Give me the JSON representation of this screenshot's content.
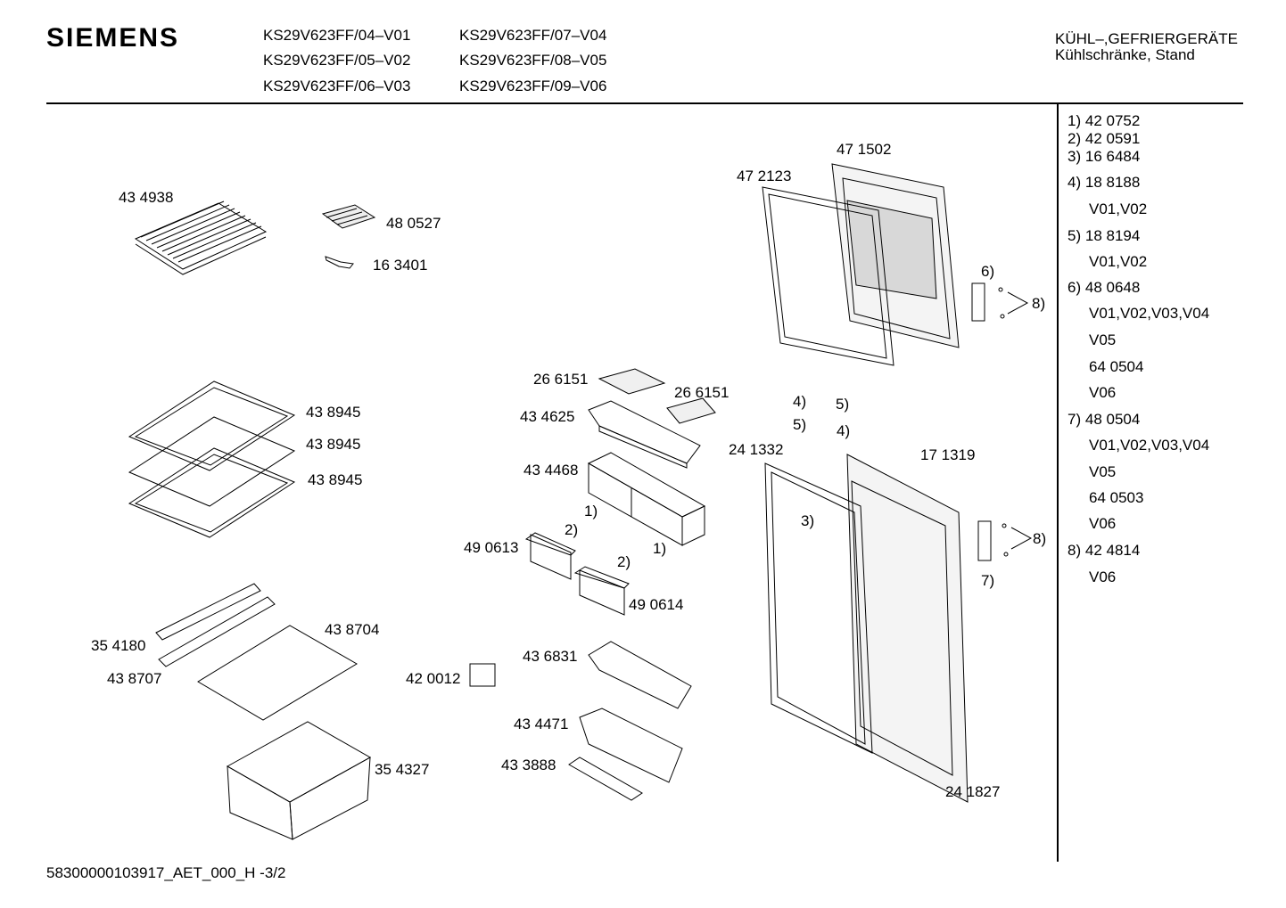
{
  "header": {
    "brand": "SIEMENS",
    "models": [
      "KS29V623FF/04–V01",
      "KS29V623FF/05–V02",
      "KS29V623FF/06–V03",
      "KS29V623FF/07–V04",
      "KS29V623FF/08–V05",
      "KS29V623FF/09–V06"
    ],
    "category": "KÜHL–,GEFRIERGERÄTE",
    "subcategory": "Kühlschränke, Stand"
  },
  "legend": [
    {
      "ref": "1)",
      "part": "42 0752",
      "variants": []
    },
    {
      "ref": "2)",
      "part": "42 0591",
      "variants": []
    },
    {
      "ref": "3)",
      "part": "16 6484",
      "variants": []
    },
    {
      "ref": "4)",
      "part": "18 8188",
      "variants": [
        "V01,V02"
      ]
    },
    {
      "ref": "5)",
      "part": "18 8194",
      "variants": [
        "V01,V02"
      ]
    },
    {
      "ref": "6)",
      "part": "48 0648",
      "variants": [
        "V01,V02,V03,V04",
        "V05",
        "64 0504",
        "V06"
      ]
    },
    {
      "ref": "7)",
      "part": "48 0504",
      "variants": [
        "V01,V02,V03,V04",
        "V05",
        "64 0503",
        "V06"
      ]
    },
    {
      "ref": "8)",
      "part": "42 4814",
      "variants": [
        "V06"
      ]
    }
  ],
  "parts": {
    "p434938": "43 4938",
    "p480527": "48 0527",
    "p163401": "16 3401",
    "p471502": "47 1502",
    "p472123": "47 2123",
    "ref6_top": "6)",
    "ref8_top": "8)",
    "p438945a": "43 8945",
    "p438945b": "43 8945",
    "p438945c": "43 8945",
    "p266151a": "26 6151",
    "p266151b": "26 6151",
    "p434625": "43 4625",
    "ref4a": "4)",
    "ref5a": "5)",
    "ref5b": "5)",
    "ref4b": "4)",
    "p241332": "24 1332",
    "p171319": "17 1319",
    "p434468": "43 4468",
    "ref1a": "1)",
    "ref1b": "1)",
    "ref2a": "2)",
    "ref2b": "2)",
    "p490613": "49 0613",
    "p490614": "49 0614",
    "ref3": "3)",
    "ref8_bottom": "8)",
    "ref7": "7)",
    "p354180": "35 4180",
    "p438704": "43 8704",
    "p438707": "43 8707",
    "p420012": "42 0012",
    "p436831": "43 6831",
    "p434471": "43 4471",
    "p433888": "43 3888",
    "p354327": "35 4327",
    "p241827": "24 1827"
  },
  "footer": "58300000103917_AET_000_H   -3/2"
}
